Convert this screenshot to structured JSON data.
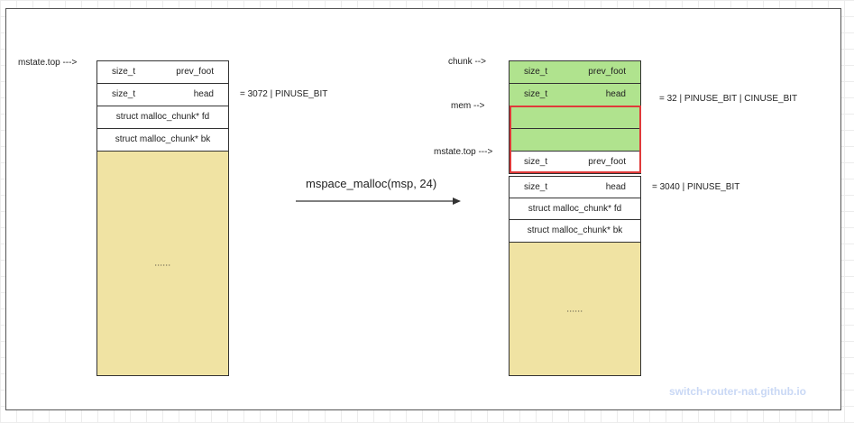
{
  "left": {
    "pointer": "mstate.top --->",
    "rows": {
      "prev_foot": {
        "type": "size_t",
        "field": "prev_foot"
      },
      "head": {
        "type": "size_t",
        "field": "head"
      },
      "fd": "struct malloc_chunk* fd",
      "bk": "struct malloc_chunk* bk"
    },
    "head_note": "= 3072   |   PINUSE_BIT",
    "free_dots": "......"
  },
  "operation": "mspace_malloc(msp,  24)",
  "right": {
    "chunk_pointer": "chunk -->",
    "mem_pointer": "mem -->",
    "top_pointer": "mstate.top --->",
    "alloc_rows": {
      "prev_foot": {
        "type": "size_t",
        "field": "prev_foot"
      },
      "head": {
        "type": "size_t",
        "field": "head"
      }
    },
    "alloc_head_note": "= 32   |   PINUSE_BIT   |   CINUSE_BIT",
    "top_rows": {
      "prev_foot": {
        "type": "size_t",
        "field": "prev_foot"
      },
      "head": {
        "type": "size_t",
        "field": "head"
      },
      "fd": "struct malloc_chunk* fd",
      "bk": "struct malloc_chunk* bk"
    },
    "top_head_note": "= 3040   |   PINUSE_BIT",
    "free_dots": "......"
  },
  "watermark": "switch-router-nat.github.io",
  "colors": {
    "allocated": "#b0e38e",
    "free_space": "#f0e3a3",
    "highlight": "#e03a3a"
  }
}
